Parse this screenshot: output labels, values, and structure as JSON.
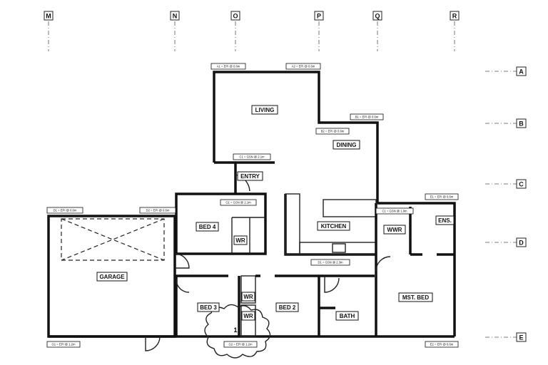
{
  "grid": {
    "columns": [
      "M",
      "N",
      "O",
      "P",
      "Q",
      "R"
    ],
    "rows": [
      "A",
      "B",
      "C",
      "D",
      "E"
    ]
  },
  "rooms": {
    "living": "LIVING",
    "dining": "DINING",
    "entry": "ENTRY",
    "kitchen": "KITCHEN",
    "bed4": "BED 4",
    "wr1": "WR",
    "wr2": "WR",
    "wr3": "WR",
    "garage": "GARAGE",
    "bed3": "BED 3",
    "bed2": "BED 2",
    "bath": "BATH",
    "wwr": "WWR",
    "ens": "ENS.",
    "mst_bed": "MST. BED"
  },
  "revision_mark": "1",
  "tags": [
    "A1 = EPI @ 0.6m",
    "A2 = EPI @ 0.6m",
    "B1 = EPI @ 0.6m",
    "B2 = EPI @ 0.6m",
    "C1 = GSN @ 2.1m",
    "D1 = EPI @ 0.6m",
    "D2 = EPI @ 0.6m",
    "G1 = GSN @ 2.1m",
    "D1 = GSN @ 2.3m",
    "C1 = GSN @ 1.9m",
    "E1 = EPI @ 0.6m",
    "G1 = EPI @ 1.2m",
    "G2 = EPI @ 1.2m",
    "E2 = EPI @ 0.6m"
  ]
}
